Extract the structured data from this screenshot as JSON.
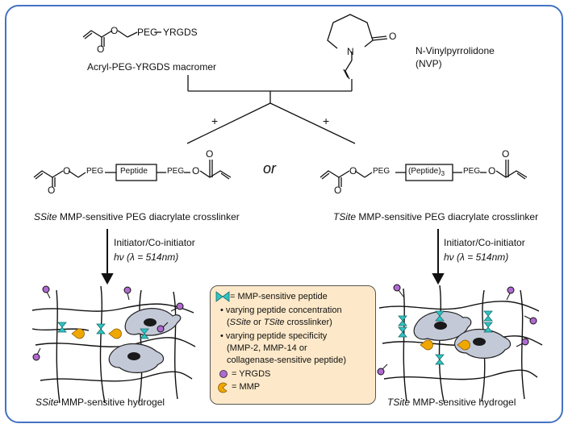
{
  "colors": {
    "frame": "#4472c4",
    "peptide": "#2ec4c4",
    "ygrds": "#b06ad0",
    "mmp": "#f0a800",
    "cell": "#c4c9d8",
    "legend_bg": "#fde9c9"
  },
  "reactants": {
    "macromer_chem_peg": "PEG",
    "macromer_chem_ygrds": "YRGDS",
    "macromer_name": "Acryl-PEG-YRGDS macromer",
    "nvp_name": "N-Vinylpyrrolidone",
    "nvp_abbrev": "(NVP)",
    "o_label": "O",
    "n_label": "N"
  },
  "branch": {
    "plus": "+",
    "or": "or"
  },
  "ssite": {
    "chem_peg1": "PEG",
    "chem_peptide": "Peptide",
    "chem_peg2": "PEG",
    "name_italic": "SSite",
    "name_rest": " MMP-sensitive PEG diacrylate crosslinker",
    "step1": "Initiator/Co-initiator",
    "step2": "hν (λ = 514nm)",
    "hydrogel_italic": "SSite",
    "hydrogel_rest": " MMP-sensitive hydrogel"
  },
  "tsite": {
    "chem_peg1": "PEG",
    "chem_peptide": "(Peptide)",
    "chem_sub": "3",
    "chem_peg2": "PEG",
    "name_italic": "TSite",
    "name_rest": " MMP-sensitive PEG diacrylate crosslinker",
    "step1": "Initiator/Co-initiator",
    "step2": "hν (λ = 514nm)",
    "hydrogel_italic": "TSite",
    "hydrogel_rest": " MMP-sensitive hydrogel"
  },
  "legend": {
    "peptide": "= MMP-sensitive peptide",
    "b1": "• varying peptide concentration",
    "b1b_open": "(",
    "b1b_ssite": "SSite",
    "b1b_mid": " or ",
    "b1b_tsite": "TSite",
    "b1b_close": " crosslinker)",
    "b2": "• varying peptide specificity",
    "b2b": "(MMP-2, MMP-14 or",
    "b2c": "collagenase-sensitive peptide)",
    "ygrds": "= YRGDS",
    "mmp": "= MMP"
  }
}
